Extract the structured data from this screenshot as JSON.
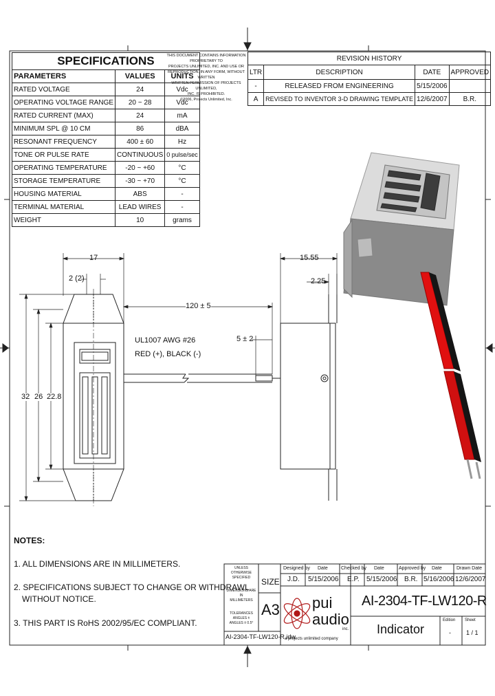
{
  "specifications": {
    "title": "SPECIFICATIONS",
    "headers": [
      "PARAMETERS",
      "VALUES",
      "UNITS"
    ],
    "rows": [
      [
        "RATED VOLTAGE",
        "24",
        "Vdc"
      ],
      [
        "OPERATING VOLTAGE RANGE",
        "20 ~ 28",
        "Vdc"
      ],
      [
        "RATED CURRENT (MAX)",
        "24",
        "mA"
      ],
      [
        "MINIMUM SPL @ 10 CM",
        "86",
        "dBA"
      ],
      [
        "RESONANT FREQUENCY",
        "400 ± 60",
        "Hz"
      ],
      [
        "TONE OR PULSE RATE",
        "CONTINUOUS",
        "0 pulse/sec"
      ],
      [
        "OPERATING TEMPERATURE",
        "-20 ~ +60",
        "°C"
      ],
      [
        "STORAGE TEMPERATURE",
        "-30 ~ +70",
        "°C"
      ],
      [
        "HOUSING MATERIAL",
        "ABS",
        "-"
      ],
      [
        "TERMINAL MATERIAL",
        "LEAD WIRES",
        "-"
      ],
      [
        "WEIGHT",
        "10",
        "grams"
      ]
    ]
  },
  "proprietary_note": [
    "THIS DOCUMENT CONTAINS INFORMATION PROPRIETARY TO",
    "PROJECTS UNLIMITED, INC. AND USE OR",
    "REPRODUCTION, IN ANY FORM, WITHOUT WRITTEN",
    "WRITTEN PERMISSION OF PROJECTS UNLIMITED,",
    "INC. IS PROHIBITED.",
    "©2006, Projects Unlimited, Inc."
  ],
  "revision_history": {
    "title": "REVISION HISTORY",
    "headers": [
      "LTR",
      "DESCRIPTION",
      "DATE",
      "APPROVED"
    ],
    "rows": [
      [
        "-",
        "RELEASED FROM ENGINEERING",
        "5/15/2006",
        ""
      ],
      [
        "A",
        "REVISED TO INVENTOR 3-D DRAWING TEMPLATE",
        "12/6/2007",
        "B.R."
      ]
    ]
  },
  "dimensions": {
    "d17": "17",
    "d2": "2 (2)",
    "d120": "120 ± 5",
    "d15_55": "15.55",
    "d2_25": "2.25",
    "d5": "5 ± 2",
    "d32": "32",
    "d26": "26",
    "d22_8": "22.8",
    "wire_note_1": "UL1007 AWG #26",
    "wire_note_2": "RED (+), BLACK (-)"
  },
  "notes": {
    "title": "NOTES:",
    "items": [
      "1. ALL DIMENSIONS ARE IN MILLIMETERS.",
      "2. SPECIFICATIONS SUBJECT TO CHANGE OR WITHDRAWL",
      "WITHOUT NOTICE.",
      "3. THIS PART IS RoHS 2002/95/EC COMPLIANT."
    ]
  },
  "title_block": {
    "unless_note": [
      "UNLESS OTHERWISE",
      "SPECIFIED",
      "DIMENSIONS ARE IN",
      "MILLIMETERS",
      "TOLERANCES",
      "ANGLES ±",
      "ANGLES ± 0.5°"
    ],
    "size_label": "SIZE",
    "size_value": "A3",
    "file_name": "AI-2304-TF-LW120-R.idw",
    "sig_headers": [
      "Designed by",
      "Date",
      "Checked by",
      "Date",
      "Approved by",
      "Date",
      "Drawn Date"
    ],
    "sig_values": [
      "J.D.",
      "5/15/2006",
      "E.P.",
      "5/15/2006",
      "B.R.",
      "5/16/2006",
      "12/6/2007"
    ],
    "logo_line1": "pui",
    "logo_line2": "audio",
    "logo_inc": "inc.",
    "logo_sub": "a projects unlimited company",
    "part_number": "AI-2304-TF-LW120-R",
    "description": "Indicator",
    "edition_label": "Edition",
    "edition_value": "-",
    "sheet_label": "Sheet",
    "sheet_value": "1 / 1"
  },
  "colors": {
    "line": "#222222",
    "logo_red": "#b01818",
    "wire_red": "#e01010",
    "wire_black": "#151515"
  }
}
